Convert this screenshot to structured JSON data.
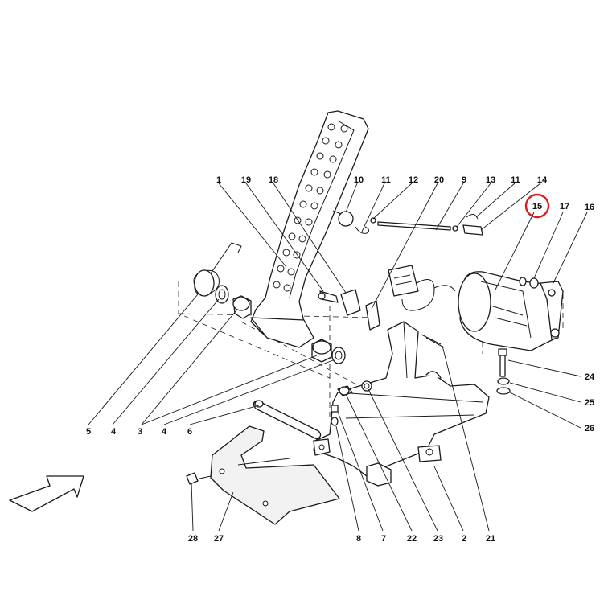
{
  "diagram": {
    "callouts": [
      "1",
      "2",
      "3",
      "4",
      "5",
      "6",
      "7",
      "8",
      "9",
      "10",
      "11",
      "12",
      "13",
      "14",
      "15",
      "16",
      "17",
      "18",
      "19",
      "20",
      "21",
      "22",
      "23",
      "24",
      "25",
      "26",
      "27",
      "28"
    ],
    "labels": {
      "c1": "1",
      "c19": "19",
      "c18": "18",
      "c10": "10",
      "c11a": "11",
      "c12": "12",
      "c20": "20",
      "c9": "9",
      "c13": "13",
      "c11b": "11",
      "c14": "14",
      "c15": "15",
      "c17": "17",
      "c16": "16",
      "c24": "24",
      "c25": "25",
      "c26": "26",
      "c5": "5",
      "c4a": "4",
      "c3": "3",
      "c4b": "4",
      "c6": "6",
      "c28": "28",
      "c27": "27",
      "c8": "8",
      "c7": "7",
      "c22": "22",
      "c23": "23",
      "c2": "2",
      "c21": "21"
    },
    "highlighted_callout": "15",
    "highlight_color": "#d81e1e",
    "line_color": "#1a1a1a",
    "direction_icon": "arrow-icon"
  }
}
